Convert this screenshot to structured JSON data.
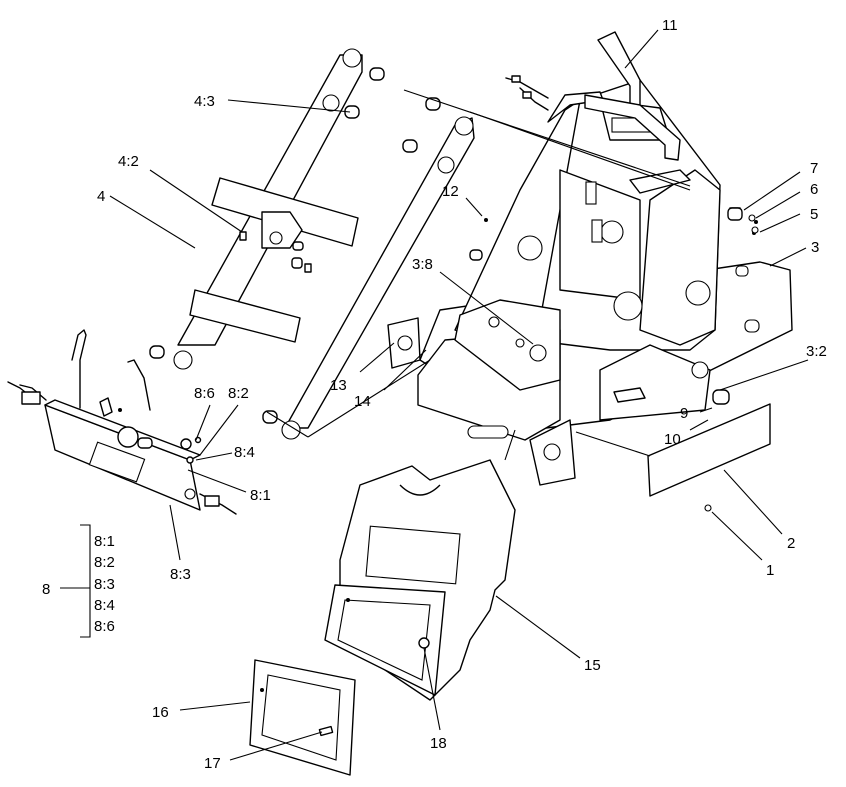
{
  "callouts": {
    "c1": "1",
    "c2": "2",
    "c3": "3",
    "c3_2": "3:2",
    "c3_8": "3:8",
    "c4": "4",
    "c4_2": "4:2",
    "c4_3": "4:3",
    "c5": "5",
    "c6": "6",
    "c7": "7",
    "c9": "9",
    "c10": "10",
    "c11": "11",
    "c12": "12",
    "c13": "13",
    "c14": "14",
    "c15": "15",
    "c16": "16",
    "c17": "17",
    "c18": "18",
    "c8_1": "8:1",
    "c8_2": "8:2",
    "c8_3": "8:3",
    "c8_4": "8:4",
    "c8_6": "8:6"
  },
  "group8": {
    "label": "8",
    "items": [
      "8:1",
      "8:2",
      "8:3",
      "8:4",
      "8:6"
    ]
  }
}
